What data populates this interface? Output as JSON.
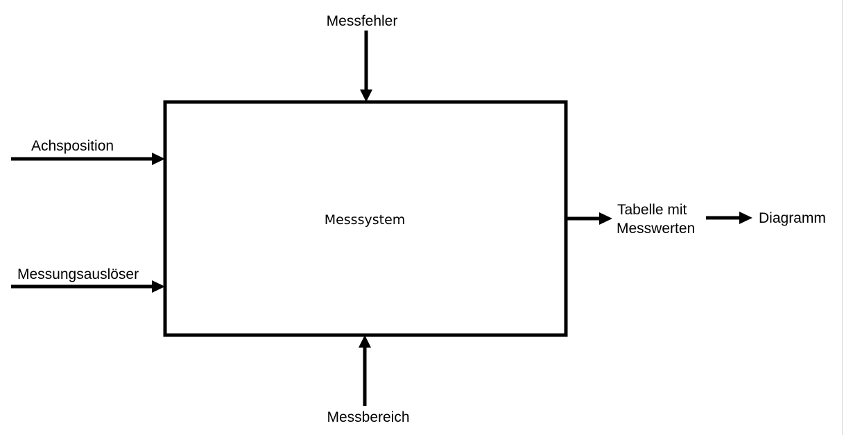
{
  "diagram": {
    "process": {
      "label": "Messsystem"
    },
    "inputs": {
      "top": "Messfehler",
      "left_upper": "Achsposition",
      "left_lower": "Messungsauslöser",
      "bottom": "Messbereich"
    },
    "outputs": {
      "table_line1": "Tabelle mit",
      "table_line2": "Messwerten",
      "chart": "Diagramm"
    },
    "colors": {
      "stroke": "#000000",
      "background": "#ffffff"
    }
  }
}
